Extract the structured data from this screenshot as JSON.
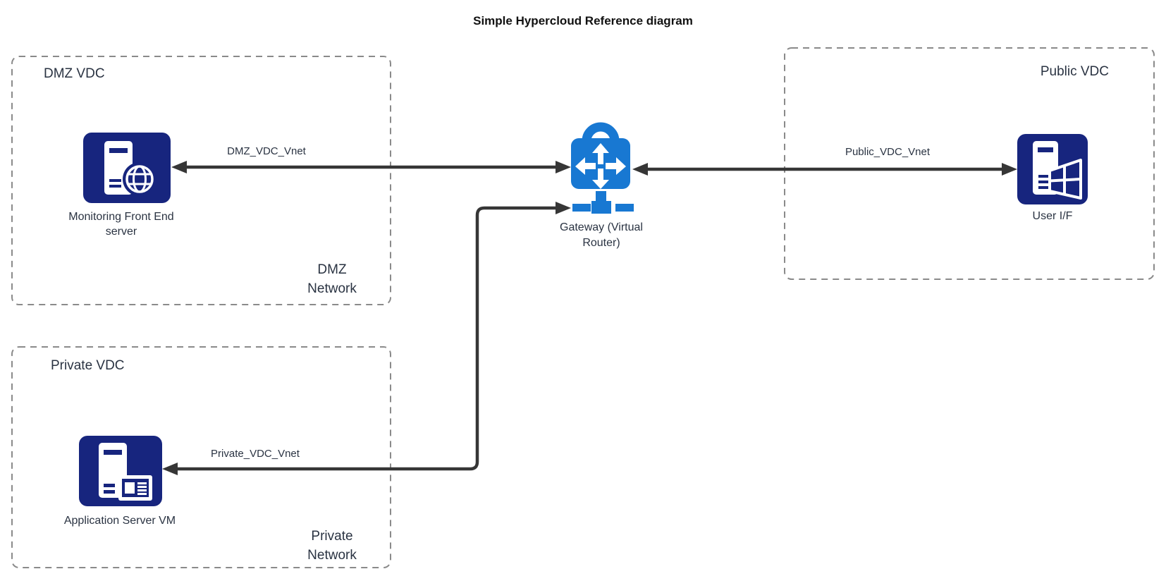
{
  "title": "Simple Hypercloud Reference diagram",
  "zones": {
    "dmz": {
      "label": "DMZ VDC",
      "network_label_line1": "DMZ",
      "network_label_line2": "Network"
    },
    "private": {
      "label": "Private VDC",
      "network_label_line1": "Private",
      "network_label_line2": "Network"
    },
    "public": {
      "label": "Public VDC"
    }
  },
  "nodes": {
    "monitoring_server": {
      "label_line1": "Monitoring Front End",
      "label_line2": "server",
      "icon": "server-globe-icon"
    },
    "application_server": {
      "label": "Application Server VM",
      "icon": "server-vm-card-icon"
    },
    "user_if": {
      "label": "User I/F",
      "icon": "server-windows-icon"
    },
    "gateway": {
      "label_line1": "Gateway (Virtual",
      "label_line2": "Router)",
      "icon": "lock-router-icon"
    }
  },
  "connections": {
    "dmz_vnet": {
      "label": "DMZ_VDC_Vnet",
      "type": "bidirectional"
    },
    "public_vnet": {
      "label": "Public_VDC_Vnet",
      "type": "bidirectional"
    },
    "private_vnet": {
      "label": "Private_VDC_Vnet",
      "type": "bidirectional-elbow"
    }
  },
  "colors": {
    "node_navy": "#17257E",
    "gateway_blue": "#1878D2",
    "connector": "#363636",
    "zone_border": "#8A8A8A",
    "label_text": "#2A3342",
    "title_text": "#111111"
  }
}
